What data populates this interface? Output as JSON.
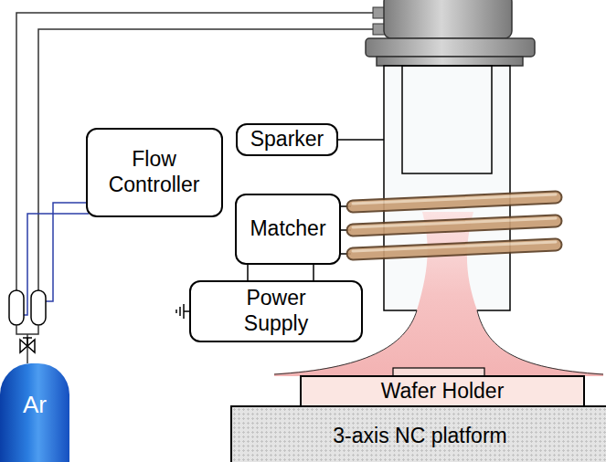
{
  "diagram": {
    "nodes": [
      {
        "text": [
          "Sparker"
        ]
      },
      {
        "text": [
          "Flow Controller"
        ]
      },
      {
        "text": [
          "Matcher"
        ]
      },
      {
        "text": [
          "Power Supply"
        ]
      },
      {
        "text": [
          "Ar"
        ]
      },
      {
        "text": [
          "Wafer Holder"
        ]
      },
      {
        "text": [
          "3-axis NC platform"
        ]
      }
    ],
    "edges": [
      {
        "from": 2,
        "to": 3,
        "arrow": "none"
      },
      {
        "from": 2,
        "to": 3,
        "arrow": "none"
      }
    ]
  }
}
